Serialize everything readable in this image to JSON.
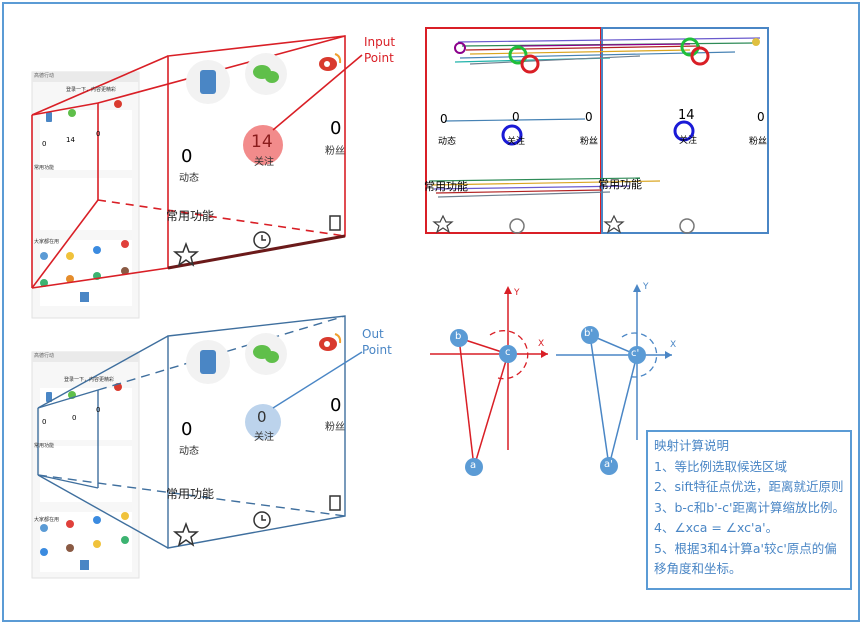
{
  "input_label": "Input\nPoint",
  "output_label": "Out\nPoint",
  "top_panel": {
    "count_left": "0",
    "label_left": "动态",
    "count_center": "14",
    "label_center": "关注",
    "count_right": "0",
    "label_right": "粉丝",
    "func_label": "常用功能"
  },
  "bottom_panel": {
    "count_left": "0",
    "label_left": "动态",
    "count_center": "0",
    "label_center": "关注",
    "count_right": "0",
    "label_right": "粉丝",
    "func_label": "常用功能"
  },
  "match_view": {
    "left": {
      "label_a": "动态",
      "count_a": "0",
      "label_b": "关注",
      "count_b": "0",
      "label_c": "粉丝",
      "count_c": "0",
      "func": "常用功能"
    },
    "right": {
      "label_b": "关注",
      "count_b": "14",
      "label_c": "粉丝",
      "count_c": "0",
      "func": "常用功能"
    }
  },
  "geometry_left": {
    "pt_b": "b",
    "pt_c": "c",
    "pt_a": "a",
    "axis_x": "X",
    "axis_y": "Y"
  },
  "geometry_right": {
    "pt_b": "b'",
    "pt_c": "c'",
    "pt_a": "a'",
    "axis_x": "X",
    "axis_y": "Y"
  },
  "explanation": {
    "title": "映射计算说明",
    "lines": [
      "1、等比例选取候选区域",
      "2、sift特征点优选，距离就近原则",
      "3、b-c和b'-c'距离计算缩放比例。",
      "4、∠xca = ∠xc'a'。",
      "5、根据3和4计算a'较c'原点的偏",
      "移角度和坐标。"
    ]
  },
  "phone_top": {
    "status": "高德行动",
    "greeting": "登录一下，内容更精彩",
    "stats": [
      "0",
      "14",
      "0"
    ],
    "section": "常用功能",
    "section2": "大家都在用"
  },
  "phone_bottom": {
    "status": "高德行动",
    "greeting": "登录一下，内容更精彩",
    "stats": [
      "0",
      "0",
      "0"
    ],
    "section": "常用功能",
    "section2": "大家都在用"
  },
  "colors": {
    "red": "#d91f26",
    "blue": "#4a86c5",
    "frame": "#5b9bd5"
  }
}
